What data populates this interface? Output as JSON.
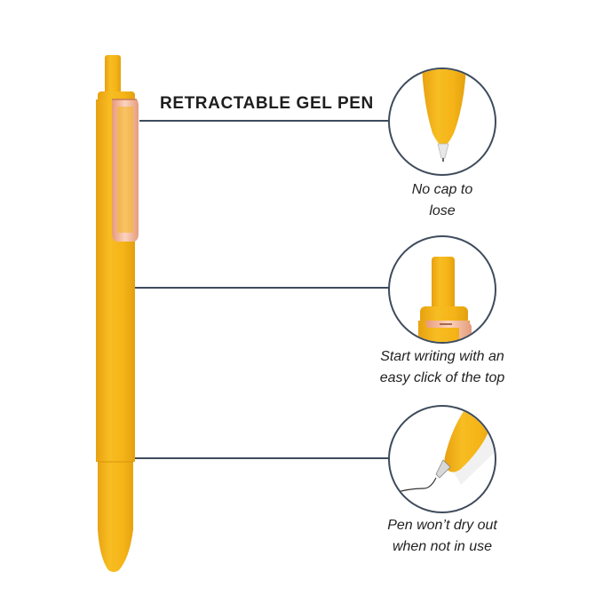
{
  "title": "RETRACTABLE GEL PEN",
  "colors": {
    "pen_body": "#f5b417",
    "pen_shadow": "#e09a0c",
    "clip": "#f2b79a",
    "line": "#3e4b5c"
  },
  "features": [
    {
      "caption_line1": "No cap to",
      "caption_line2": "lose",
      "icon": "pen-tip-icon"
    },
    {
      "caption_line1": "Start writing with an",
      "caption_line2": "easy click of the top",
      "icon": "click-top-icon"
    },
    {
      "caption_line1": "Pen won’t dry out",
      "caption_line2": "when not in use",
      "icon": "writing-tip-icon"
    }
  ]
}
